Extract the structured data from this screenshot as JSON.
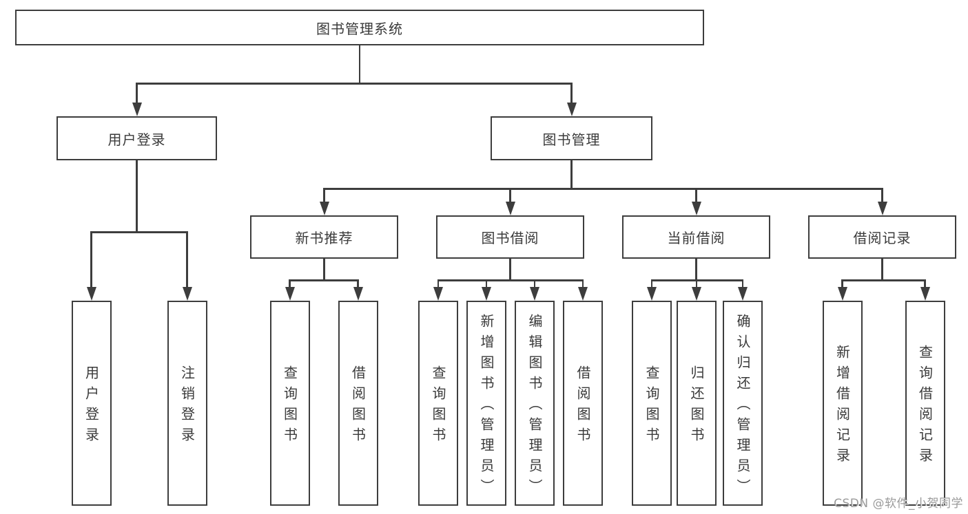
{
  "diagram": {
    "root": {
      "label": "图书管理系统"
    },
    "level2": [
      {
        "label": "用户登录"
      },
      {
        "label": "图书管理"
      }
    ],
    "level3": [
      {
        "label": "新书推荐"
      },
      {
        "label": "图书借阅"
      },
      {
        "label": "当前借阅"
      },
      {
        "label": "借阅记录"
      }
    ],
    "leaves": {
      "user_login": [
        "用户登录",
        "注销登录"
      ],
      "new_book": [
        "查询图书",
        "借阅图书"
      ],
      "book_borrow": [
        "查询图书",
        "新增图书（管理员）",
        "编辑图书（管理员）",
        "借阅图书"
      ],
      "current_borrow": [
        "查询图书",
        "归还图书",
        "确认归还（管理员）"
      ],
      "borrow_record": [
        "新增借阅记录",
        "查询借阅记录"
      ]
    }
  },
  "colors": {
    "line": "#3d3d3d",
    "text": "#3a3a3a",
    "background": "#ffffff",
    "watermark": "#9a9a9a"
  },
  "watermark": {
    "text": "CSDN @软件_小贺同学"
  }
}
